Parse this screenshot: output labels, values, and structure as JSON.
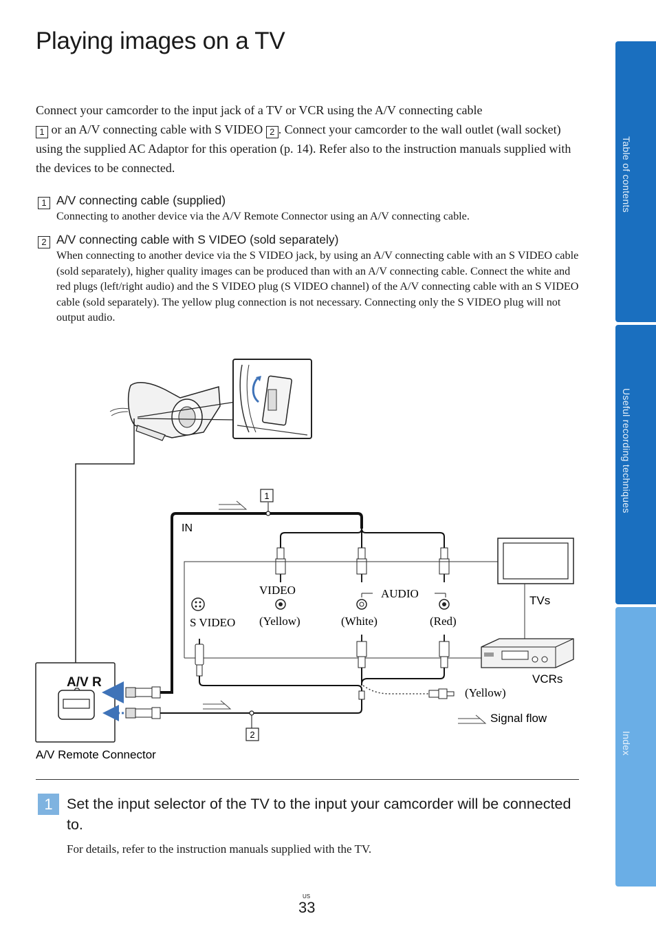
{
  "title": "Playing images on a TV",
  "intro": {
    "line1": "Connect your camcorder to the input jack of a TV or VCR using the A/V connecting cable",
    "box1": "1",
    "line2a": " or an A/V connecting cable with S VIDEO ",
    "box2": "2",
    "line2b": ". Connect your camcorder to the wall outlet (wall socket) using the supplied AC Adaptor for this operation (p. 14). Refer also to the instruction manuals supplied with the devices to be connected."
  },
  "items": [
    {
      "num": "1",
      "heading": "A/V connecting cable (supplied)",
      "body": "Connecting to another device via the A/V Remote Connector using an A/V connecting cable."
    },
    {
      "num": "2",
      "heading": "A/V connecting cable with S VIDEO (sold separately)",
      "body": "When connecting to another device via the S VIDEO jack, by using an A/V connecting cable with an S VIDEO cable (sold separately), higher quality images can be produced than with an A/V connecting cable. Connect the white and red plugs (left/right audio) and the S VIDEO plug (S VIDEO channel) of the A/V connecting cable with an S VIDEO cable (sold separately). The yellow plug connection is not necessary. Connecting only the S VIDEO plug will not output audio."
    }
  ],
  "diagram": {
    "label_in": "IN",
    "label_video": "VIDEO",
    "label_audio": "AUDIO",
    "label_svideo": "S VIDEO",
    "label_yellow": "(Yellow)",
    "label_white": "(White)",
    "label_red": "(Red)",
    "label_tvs": "TVs",
    "label_vcrs": "VCRs",
    "label_yellow2": "(Yellow)",
    "label_signal_flow": "Signal flow",
    "label_avr_connector": "A/V Remote Connector",
    "label_avr": "A/V R",
    "callout1": "1",
    "callout2": "2"
  },
  "step": {
    "number": "1",
    "text": "Set the input selector of the TV to the input your camcorder will be connected to.",
    "detail": "For details, refer to the instruction manuals supplied with the TV."
  },
  "page": {
    "region": "US",
    "number": "33"
  },
  "sidebar": {
    "tabs": [
      {
        "label": "Table of contents"
      },
      {
        "label": "Useful recording techniques"
      },
      {
        "label": "Index"
      }
    ]
  },
  "colors": {
    "tab_dark": "#1a6fbf",
    "tab_light": "#6aaee6",
    "step_badge": "#7fb3e0",
    "arrow_blue": "#3f73b8"
  }
}
